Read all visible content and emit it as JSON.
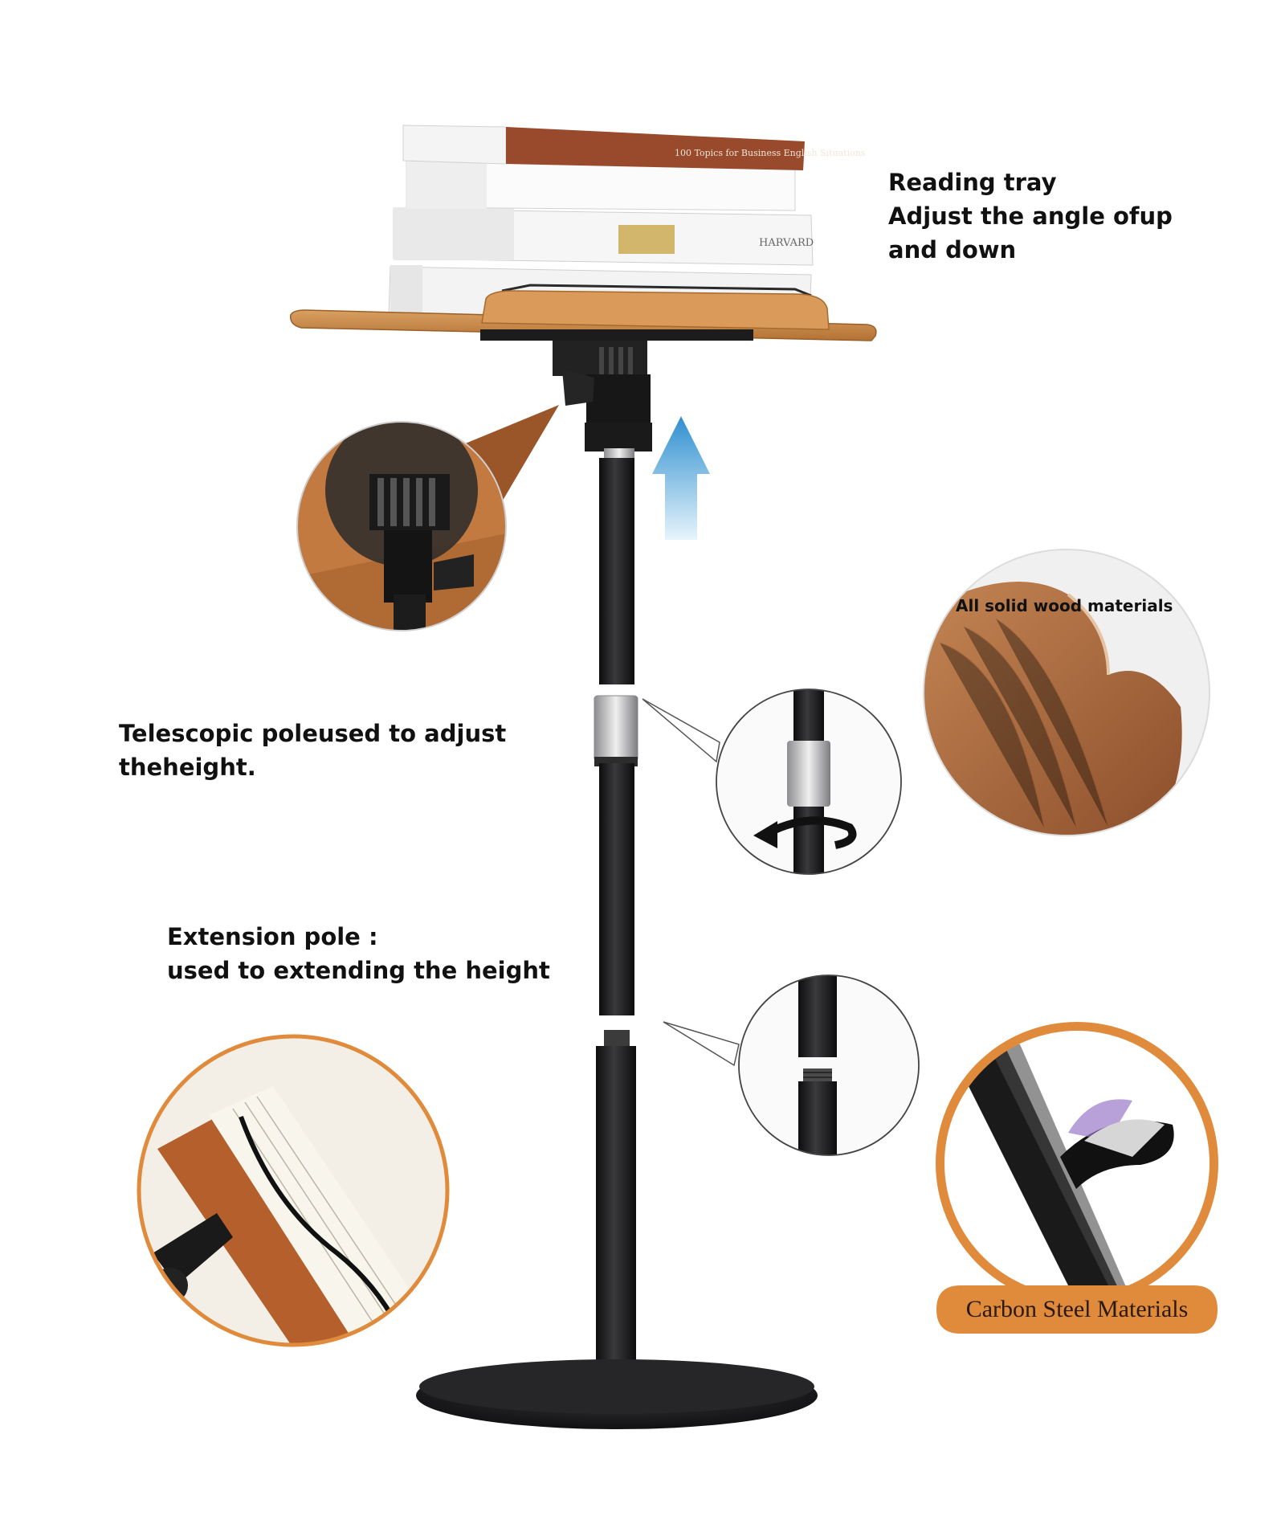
{
  "callouts": {
    "tray": {
      "line1": "Reading tray",
      "line2": "Adjust the angle ofup",
      "line3": "and down"
    },
    "telescopic": {
      "line1": "Telescopic poleused to adjust",
      "line2": "theheight."
    },
    "extension": {
      "line1": "Extension pole :",
      "line2": "used to extending the height"
    }
  },
  "badges": {
    "wood": "All solid wood materials",
    "steel": "Carbon Steel Materials"
  },
  "book_spines": {
    "top": "100 Topics for Business English Situations",
    "third": "HARVARD"
  },
  "icons": {
    "up_arrow": "up-arrow-icon",
    "rotate": "rotate-arrow-icon"
  },
  "colors": {
    "wood": "#c98a45",
    "pole": "#1d1d1f",
    "accent_orange": "#e08a3c",
    "arrow_blue": "#4aa3d8"
  }
}
